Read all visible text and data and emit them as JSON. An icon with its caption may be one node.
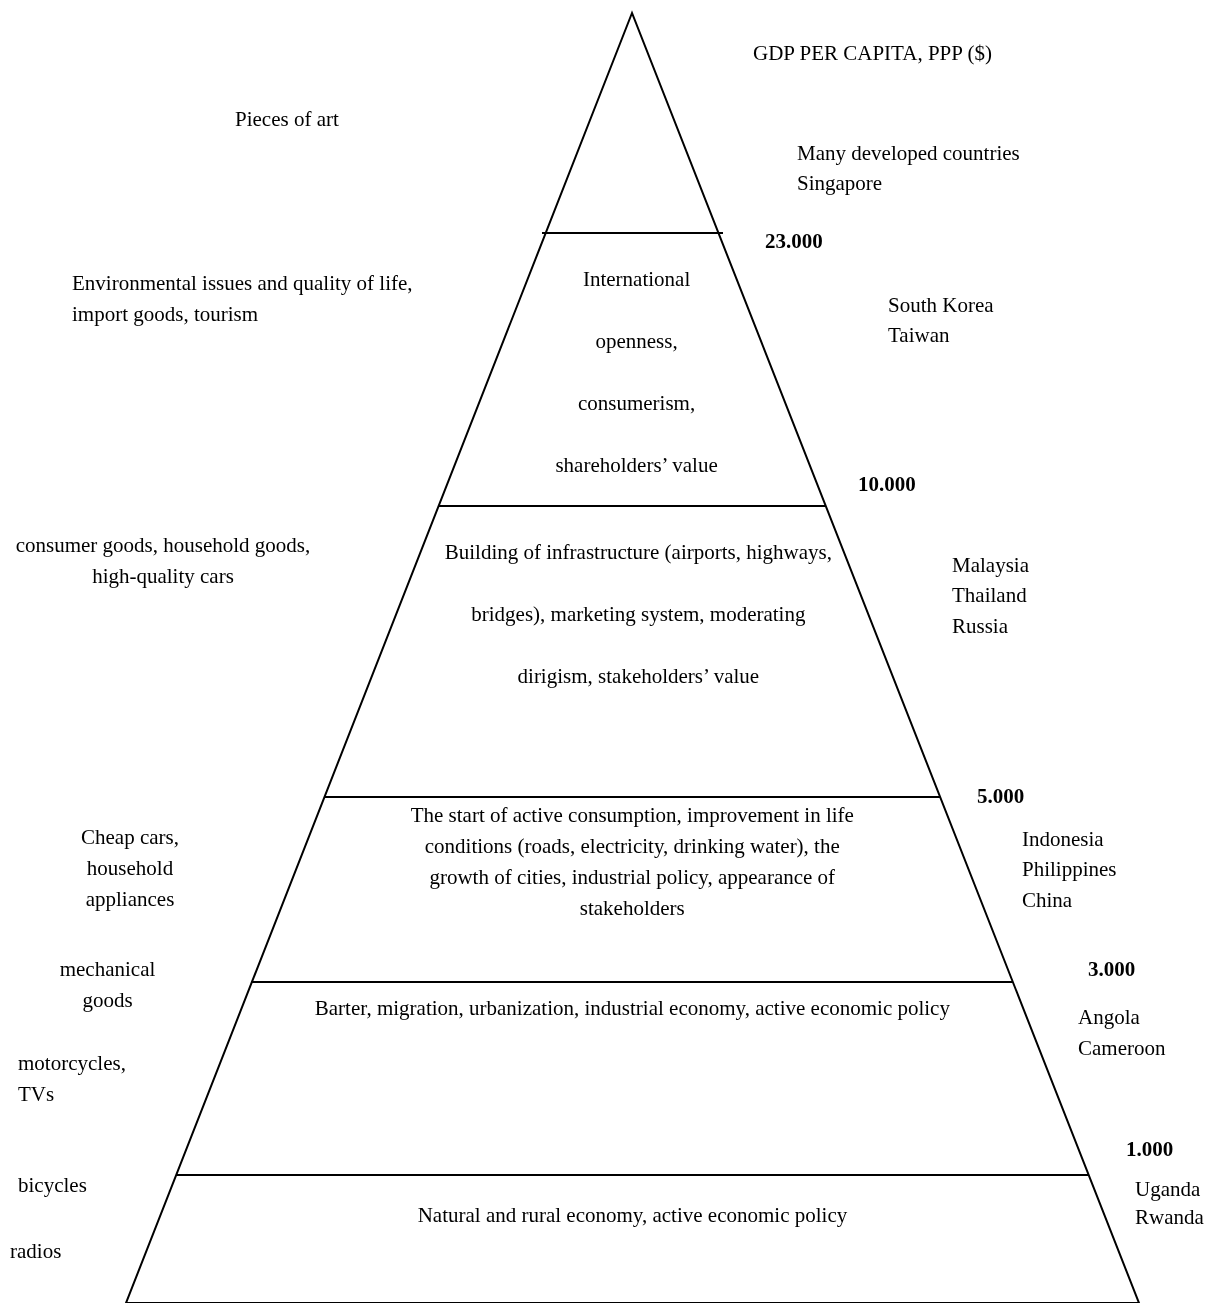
{
  "diagram": {
    "title": "GDP PER CAPITA, PPP ($)",
    "nodes": [
      {
        "text": [],
        "shape": "triangle"
      },
      {
        "text": [
          "International openness, consumerism, shareholders’ value"
        ],
        "in": 0
      },
      {
        "text": [
          "Building of infrastructure (airports, highways, bridges), marketing system, moderating dirigism, stakeholders’ value"
        ],
        "in": 0
      },
      {
        "text": [
          "The start of active consumption, improvement in life conditions (roads, electricity, drinking water), the growth of cities, industrial policy, appearance of stakeholders"
        ],
        "in": 0
      },
      {
        "text": [
          "Barter, migration, urbanization, industrial economy, active economic policy"
        ],
        "in": 0
      },
      {
        "text": [
          "Natural and rural economy, active economic policy"
        ],
        "in": 0
      }
    ],
    "labels": [
      "Pieces of art",
      "Many developed countries",
      "Singapore",
      "23.000",
      "Environmental issues and quality of life, import goods, tourism",
      "South Korea",
      "Taiwan",
      "10.000",
      "consumer goods, household goods, high-quality cars",
      "Malaysia",
      "Thailand",
      "Russia",
      "5.000",
      "Cheap cars, household appliances",
      "Indonesia",
      "Philippines",
      "China",
      "mechanical goods",
      "3.000",
      "Angola",
      "Cameroon",
      "motorcycles, TVs",
      "1.000",
      "bicycles",
      "Uganda",
      "Rwanda",
      "radios"
    ]
  }
}
